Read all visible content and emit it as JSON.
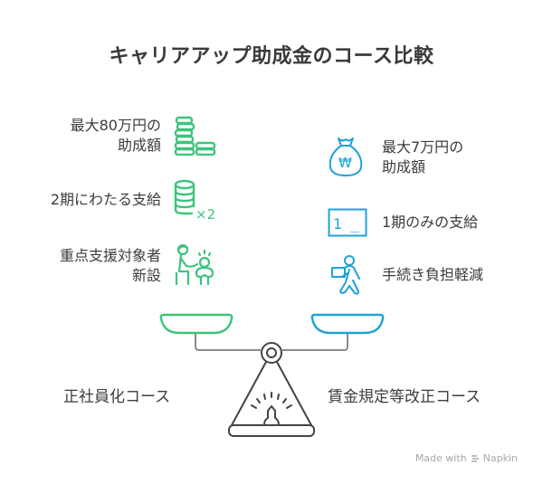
{
  "title": "キャリアアップ助成金のコース比較",
  "colors": {
    "left_accent": "#3cc47c",
    "right_accent": "#1fa3d6",
    "scale_gray": "#8a8a8a",
    "scale_dark": "#444444",
    "text": "#3d3d3d",
    "footer": "#a8a8a8"
  },
  "left": {
    "course": "正社員化コース",
    "items": [
      {
        "line1": "最大80万円の",
        "line2": "助成額",
        "icon": "coin-stacks-icon"
      },
      {
        "line1": "2期にわたる支給",
        "line2": "",
        "icon": "coin-stack-x2-icon",
        "icon_badge": "×2"
      },
      {
        "line1": "重点支援対象者",
        "line2": "新設",
        "icon": "caregiver-person-icon"
      }
    ]
  },
  "right": {
    "course": "賃金規定等改正コース",
    "items": [
      {
        "line1": "最大7万円の",
        "line2": "助成額",
        "icon": "money-bag-icon",
        "icon_symbol": "₩"
      },
      {
        "line1": "1期のみの支給",
        "line2": "",
        "icon": "period-one-icon",
        "icon_symbol": "1 _"
      },
      {
        "line1": "手続き負担軽減",
        "line2": "",
        "icon": "person-carrying-box-icon"
      }
    ]
  },
  "footer": {
    "made_with": "Made with",
    "brand": "Napkin"
  }
}
